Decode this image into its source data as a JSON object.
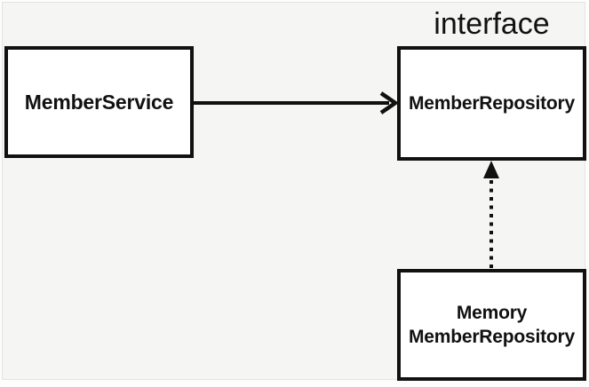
{
  "diagram": {
    "type": "architecture-diagram",
    "colors": {
      "background": "#f5f5f3",
      "node_fill": "#ffffff",
      "stroke": "#111111"
    },
    "interface_label": "interface",
    "nodes": [
      {
        "id": "member-service",
        "label": "MemberService"
      },
      {
        "id": "member-repository",
        "label": "MemberRepository",
        "stereotype": "interface"
      },
      {
        "id": "memory-member-repository",
        "label_line1": "Memory",
        "label_line2": "MemberRepository"
      }
    ],
    "edges": [
      {
        "from": "member-service",
        "to": "member-repository",
        "line": "solid",
        "arrowhead": "open",
        "direction": "right"
      },
      {
        "from": "memory-member-repository",
        "to": "member-repository",
        "line": "dotted",
        "arrowhead": "filled",
        "direction": "up"
      }
    ]
  }
}
